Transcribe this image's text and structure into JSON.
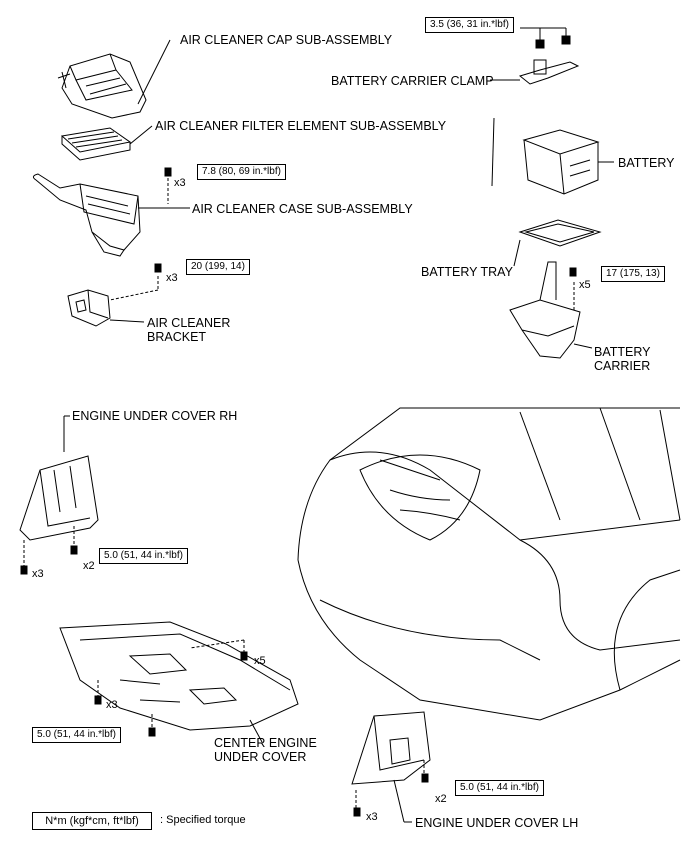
{
  "labels": {
    "air_cleaner_cap": "AIR CLEANER CAP SUB-ASSEMBLY",
    "air_cleaner_filter": "AIR CLEANER FILTER ELEMENT SUB-ASSEMBLY",
    "air_cleaner_case": "AIR CLEANER CASE SUB-ASSEMBLY",
    "air_cleaner_bracket_1": "AIR CLEANER",
    "air_cleaner_bracket_2": "BRACKET",
    "battery_carrier_clamp": "BATTERY CARRIER CLAMP",
    "battery": "BATTERY",
    "battery_tray": "BATTERY TRAY",
    "battery_carrier_1": "BATTERY",
    "battery_carrier_2": "CARRIER",
    "engine_under_cover_rh": "ENGINE UNDER COVER RH",
    "center_engine_under_cover_1": "CENTER ENGINE",
    "center_engine_under_cover_2": "UNDER COVER",
    "engine_under_cover_lh": "ENGINE UNDER COVER LH"
  },
  "torques": {
    "clamp": "3.5 (36, 31 in.*lbf)",
    "case": "7.8 (80, 69 in.*lbf)",
    "bracket": "20 (199, 14)",
    "carrier": "17 (175, 13)",
    "rh_cover": "5.0 (51, 44 in.*lbf)",
    "center_cover": "5.0 (51, 44 in.*lbf)",
    "lh_cover": "5.0 (51, 44 in.*lbf)"
  },
  "quantities": {
    "case": "x3",
    "bracket": "x3",
    "carrier": "x5",
    "rh_a": "x3",
    "rh_b": "x2",
    "center_a": "x5",
    "center_b": "x3",
    "lh_a": "x2",
    "lh_b": "x3"
  },
  "legend": {
    "box": "N*m (kgf*cm, ft*lbf)",
    "text": ": Specified torque"
  }
}
